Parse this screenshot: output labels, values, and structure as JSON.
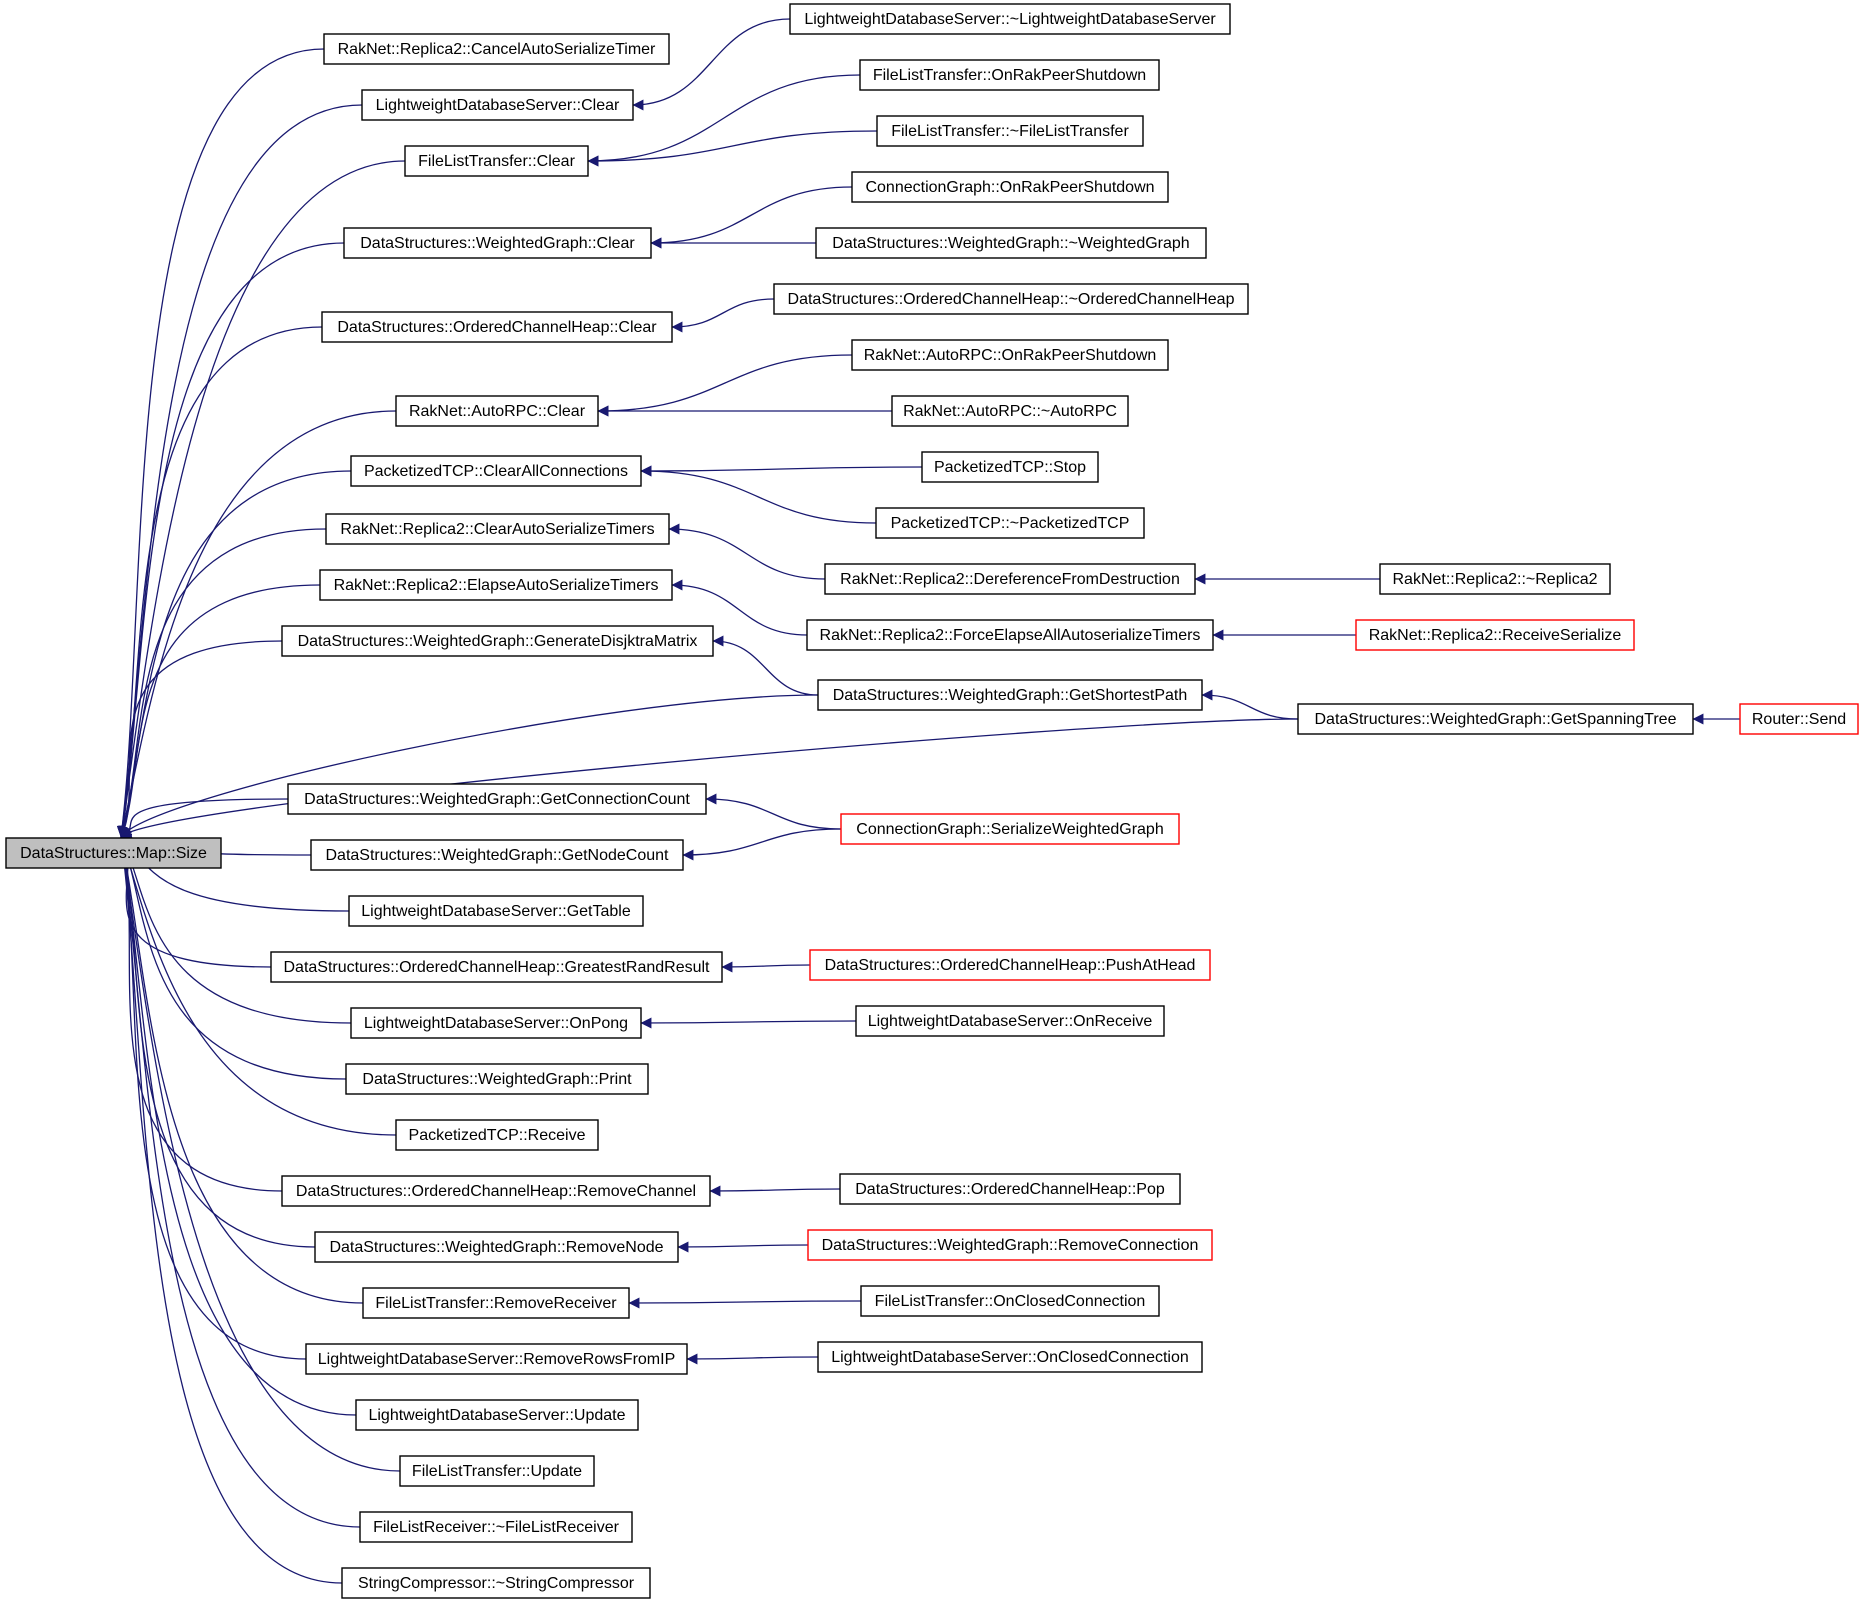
{
  "colors": {
    "edge": "#191970",
    "node_border": "#000000",
    "node_border_truncated": "#ff0000",
    "node_fill": "#ffffff",
    "root_fill": "#bfbfbf"
  },
  "nodes": [
    {
      "id": "root",
      "label": "DataStructures::Map::Size",
      "root": true
    },
    {
      "id": "n1",
      "label": "RakNet::Replica2::CancelAutoSerializeTimer"
    },
    {
      "id": "n2",
      "label": "LightweightDatabaseServer::Clear"
    },
    {
      "id": "n3",
      "label": "FileListTransfer::Clear"
    },
    {
      "id": "n4",
      "label": "DataStructures::WeightedGraph::Clear"
    },
    {
      "id": "n5",
      "label": "DataStructures::OrderedChannelHeap::Clear"
    },
    {
      "id": "n6",
      "label": "RakNet::AutoRPC::Clear"
    },
    {
      "id": "n7",
      "label": "PacketizedTCP::ClearAllConnections"
    },
    {
      "id": "n8",
      "label": "RakNet::Replica2::ClearAutoSerializeTimers"
    },
    {
      "id": "n9",
      "label": "RakNet::Replica2::ElapseAutoSerializeTimers"
    },
    {
      "id": "n10",
      "label": "DataStructures::WeightedGraph::GenerateDisjktraMatrix"
    },
    {
      "id": "n11",
      "label": "DataStructures::WeightedGraph::GetShortestPath"
    },
    {
      "id": "n12",
      "label": "DataStructures::WeightedGraph::GetSpanningTree"
    },
    {
      "id": "n13",
      "label": "DataStructures::WeightedGraph::GetConnectionCount"
    },
    {
      "id": "n14",
      "label": "DataStructures::WeightedGraph::GetNodeCount"
    },
    {
      "id": "n15",
      "label": "LightweightDatabaseServer::GetTable"
    },
    {
      "id": "n16",
      "label": "DataStructures::OrderedChannelHeap::GreatestRandResult"
    },
    {
      "id": "n17",
      "label": "LightweightDatabaseServer::OnPong"
    },
    {
      "id": "n18",
      "label": "DataStructures::WeightedGraph::Print"
    },
    {
      "id": "n19",
      "label": "PacketizedTCP::Receive"
    },
    {
      "id": "n20",
      "label": "DataStructures::OrderedChannelHeap::RemoveChannel"
    },
    {
      "id": "n21",
      "label": "DataStructures::WeightedGraph::RemoveNode"
    },
    {
      "id": "n22",
      "label": "FileListTransfer::RemoveReceiver"
    },
    {
      "id": "n23",
      "label": "LightweightDatabaseServer::RemoveRowsFromIP"
    },
    {
      "id": "n24",
      "label": "LightweightDatabaseServer::Update"
    },
    {
      "id": "n25",
      "label": "FileListTransfer::Update"
    },
    {
      "id": "n26",
      "label": "FileListReceiver::~FileListReceiver"
    },
    {
      "id": "n27",
      "label": "StringCompressor::~StringCompressor"
    },
    {
      "id": "m1",
      "label": "LightweightDatabaseServer::~LightweightDatabaseServer"
    },
    {
      "id": "m2",
      "label": "FileListTransfer::OnRakPeerShutdown"
    },
    {
      "id": "m3",
      "label": "FileListTransfer::~FileListTransfer"
    },
    {
      "id": "m4",
      "label": "ConnectionGraph::OnRakPeerShutdown"
    },
    {
      "id": "m5",
      "label": "DataStructures::WeightedGraph::~WeightedGraph"
    },
    {
      "id": "m6",
      "label": "DataStructures::OrderedChannelHeap::~OrderedChannelHeap"
    },
    {
      "id": "m7",
      "label": "RakNet::AutoRPC::OnRakPeerShutdown"
    },
    {
      "id": "m8",
      "label": "RakNet::AutoRPC::~AutoRPC"
    },
    {
      "id": "m9",
      "label": "PacketizedTCP::Stop"
    },
    {
      "id": "m10",
      "label": "PacketizedTCP::~PacketizedTCP"
    },
    {
      "id": "m11",
      "label": "RakNet::Replica2::DereferenceFromDestruction"
    },
    {
      "id": "m12",
      "label": "RakNet::Replica2::ForceElapseAllAutoserializeTimers"
    },
    {
      "id": "m13",
      "label": "ConnectionGraph::SerializeWeightedGraph",
      "truncated": true
    },
    {
      "id": "m14",
      "label": "DataStructures::OrderedChannelHeap::PushAtHead",
      "truncated": true
    },
    {
      "id": "m15",
      "label": "LightweightDatabaseServer::OnReceive"
    },
    {
      "id": "m16",
      "label": "DataStructures::OrderedChannelHeap::Pop"
    },
    {
      "id": "m17",
      "label": "DataStructures::WeightedGraph::RemoveConnection",
      "truncated": true
    },
    {
      "id": "m18",
      "label": "FileListTransfer::OnClosedConnection"
    },
    {
      "id": "m19",
      "label": "LightweightDatabaseServer::OnClosedConnection"
    },
    {
      "id": "r1",
      "label": "RakNet::Replica2::~Replica2"
    },
    {
      "id": "r2",
      "label": "RakNet::Replica2::ReceiveSerialize",
      "truncated": true
    },
    {
      "id": "r3",
      "label": "Router::Send",
      "truncated": true
    }
  ],
  "edges": [
    {
      "from": "n1",
      "to": "root"
    },
    {
      "from": "n2",
      "to": "root"
    },
    {
      "from": "n3",
      "to": "root"
    },
    {
      "from": "n4",
      "to": "root"
    },
    {
      "from": "n5",
      "to": "root"
    },
    {
      "from": "n6",
      "to": "root"
    },
    {
      "from": "n7",
      "to": "root"
    },
    {
      "from": "n8",
      "to": "root"
    },
    {
      "from": "n9",
      "to": "root"
    },
    {
      "from": "n10",
      "to": "root"
    },
    {
      "from": "n11",
      "to": "root"
    },
    {
      "from": "n12",
      "to": "root"
    },
    {
      "from": "n13",
      "to": "root"
    },
    {
      "from": "n14",
      "to": "root"
    },
    {
      "from": "n15",
      "to": "root"
    },
    {
      "from": "n16",
      "to": "root"
    },
    {
      "from": "n17",
      "to": "root"
    },
    {
      "from": "n18",
      "to": "root"
    },
    {
      "from": "n19",
      "to": "root"
    },
    {
      "from": "n20",
      "to": "root"
    },
    {
      "from": "n21",
      "to": "root"
    },
    {
      "from": "n22",
      "to": "root"
    },
    {
      "from": "n23",
      "to": "root"
    },
    {
      "from": "n24",
      "to": "root"
    },
    {
      "from": "n25",
      "to": "root"
    },
    {
      "from": "n26",
      "to": "root"
    },
    {
      "from": "n27",
      "to": "root"
    },
    {
      "from": "m1",
      "to": "n2"
    },
    {
      "from": "m2",
      "to": "n3"
    },
    {
      "from": "m3",
      "to": "n3"
    },
    {
      "from": "m4",
      "to": "n4"
    },
    {
      "from": "m5",
      "to": "n4"
    },
    {
      "from": "m6",
      "to": "n5"
    },
    {
      "from": "m7",
      "to": "n6"
    },
    {
      "from": "m8",
      "to": "n6"
    },
    {
      "from": "m9",
      "to": "n7"
    },
    {
      "from": "m10",
      "to": "n7"
    },
    {
      "from": "m11",
      "to": "n8"
    },
    {
      "from": "m12",
      "to": "n9"
    },
    {
      "from": "n11",
      "to": "n10"
    },
    {
      "from": "m13",
      "to": "n13"
    },
    {
      "from": "m13",
      "to": "n14"
    },
    {
      "from": "m14",
      "to": "n16"
    },
    {
      "from": "m15",
      "to": "n17"
    },
    {
      "from": "m16",
      "to": "n20"
    },
    {
      "from": "m17",
      "to": "n21"
    },
    {
      "from": "m18",
      "to": "n22"
    },
    {
      "from": "m19",
      "to": "n23"
    },
    {
      "from": "r1",
      "to": "m11"
    },
    {
      "from": "r2",
      "to": "m12"
    },
    {
      "from": "n12",
      "to": "n11"
    },
    {
      "from": "r3",
      "to": "n12"
    }
  ]
}
